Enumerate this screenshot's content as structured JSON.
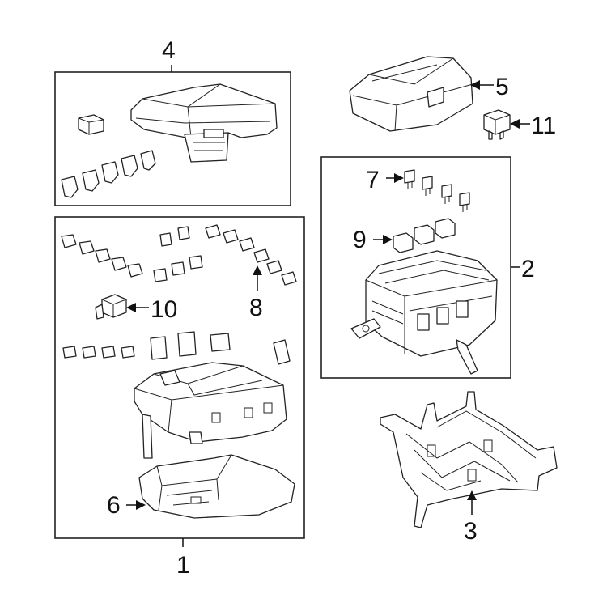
{
  "callouts": {
    "c1": "1",
    "c2": "2",
    "c3": "3",
    "c4": "4",
    "c5": "5",
    "c6": "6",
    "c7": "7",
    "c8": "8",
    "c9": "9",
    "c10": "10",
    "c11": "11"
  },
  "colors": {
    "line": "#222222",
    "background": "#ffffff"
  }
}
